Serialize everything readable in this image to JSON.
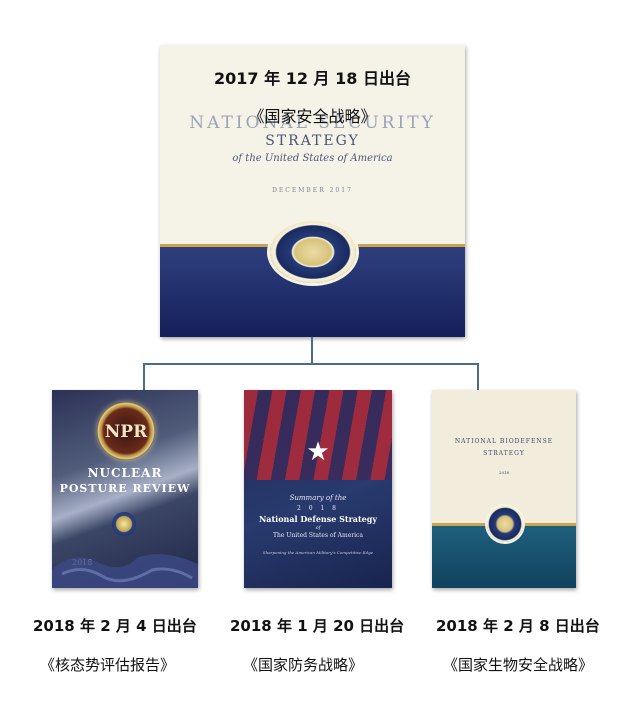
{
  "top": {
    "date": "2017 年 12 月 18 日出台",
    "title_cn": "《国家安全战略》",
    "cover_line1": "NATIONAL SECURITY",
    "cover_line2": "STRATEGY",
    "cover_line3": "of the United States of America",
    "cover_line4": "DECEMBER 2017",
    "seal_icon": "presidential-seal-icon"
  },
  "docs": [
    {
      "cover_emblem": "NPR",
      "cover_title1": "NUCLEAR",
      "cover_title2": "POSTURE REVIEW",
      "cover_year": "2018",
      "date": "2018 年 2 月 4 日出台",
      "title_cn": "《核态势评估报告》"
    },
    {
      "cover_line1": "Summary of the",
      "cover_line2": "2 0 1 8",
      "cover_line3": "National Defense Strategy",
      "cover_line4": "of",
      "cover_line5": "The United States of America",
      "cover_line6": "Sharpening the American Military's Competitive Edge",
      "date": "2018 年 1 月 20 日出台",
      "title_cn": "《国家防务战略》"
    },
    {
      "cover_line1": "NATIONAL BIODEFENSE",
      "cover_line2": "STRATEGY",
      "cover_line3": "2018",
      "date": "2018 年 2 月 8 日出台",
      "title_cn": "《国家生物安全战略》"
    }
  ],
  "colors": {
    "connector": "#4b6b8f",
    "navy_band": "#1c2a68",
    "teal_band": "#1f5f7d",
    "gold": "#c9a44c"
  }
}
